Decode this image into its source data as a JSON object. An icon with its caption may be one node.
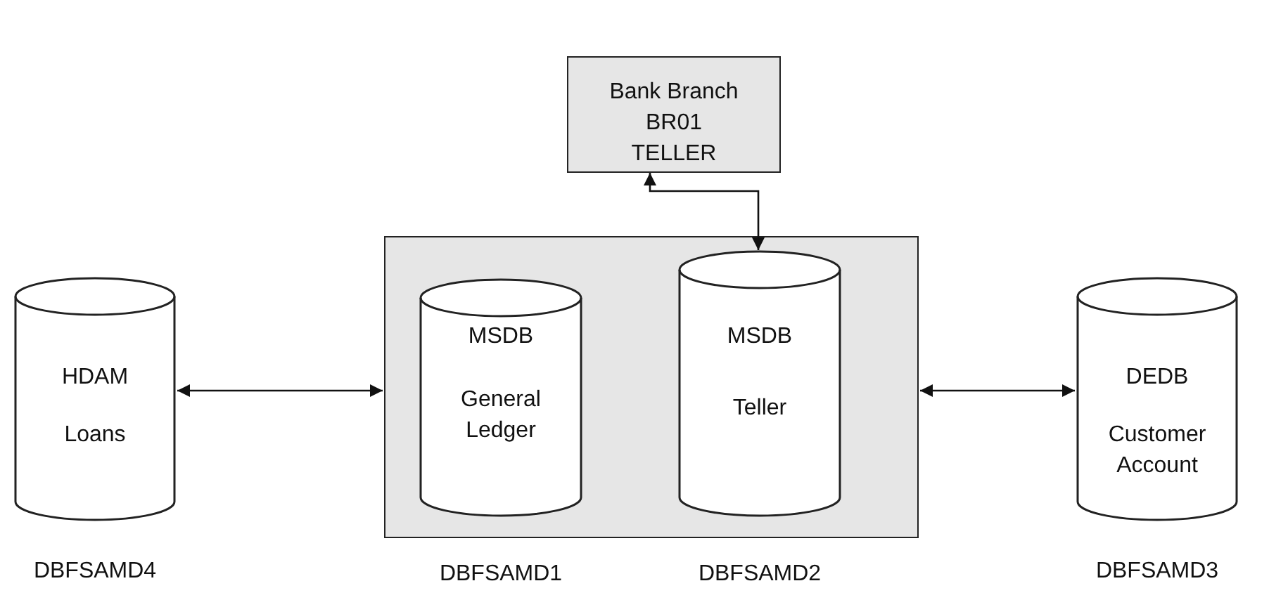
{
  "diagram": {
    "nodes": [
      {
        "text": [
          "Bank Branch BR01 TELLER"
        ]
      },
      {
        "text": [
          "HDAM",
          "Loans"
        ],
        "beside": [
          "DBFSAMD4"
        ]
      },
      {
        "text": [],
        "shape": "box"
      },
      {
        "text": [
          "MSDB",
          "General Ledger"
        ],
        "in": 2,
        "beside": [
          "DBFSAMD1"
        ]
      },
      {
        "text": [
          "MSDB",
          "Teller"
        ],
        "in": 2,
        "beside": [
          "DBFSAMD2"
        ]
      },
      {
        "text": [
          "DEDB",
          "Customer Account"
        ],
        "beside": [
          "DBFSAMD3"
        ]
      }
    ],
    "edges": [
      {
        "from": 1,
        "to": 2,
        "arrow": "both"
      },
      {
        "from": 2,
        "to": 5,
        "arrow": "both"
      },
      {
        "from": 0,
        "to": 4,
        "arrow": "both"
      }
    ]
  }
}
